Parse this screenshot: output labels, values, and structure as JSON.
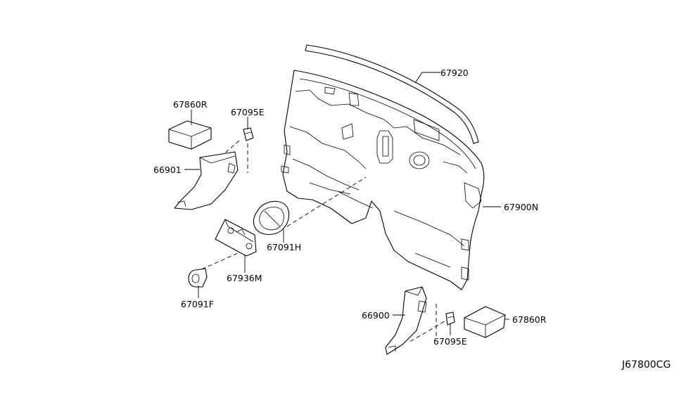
{
  "labels": {
    "p67920": "67920",
    "p67900N": "67900N",
    "p67860R_top": "67860R",
    "p67095E_top": "67095E",
    "p66901": "66901",
    "p67091H": "67091H",
    "p67936M": "67936M",
    "p67091F": "67091F",
    "p66900": "66900",
    "p67095E_bottom": "67095E",
    "p67860R_bottom": "67860R"
  },
  "diagram_code": "J67800CG"
}
